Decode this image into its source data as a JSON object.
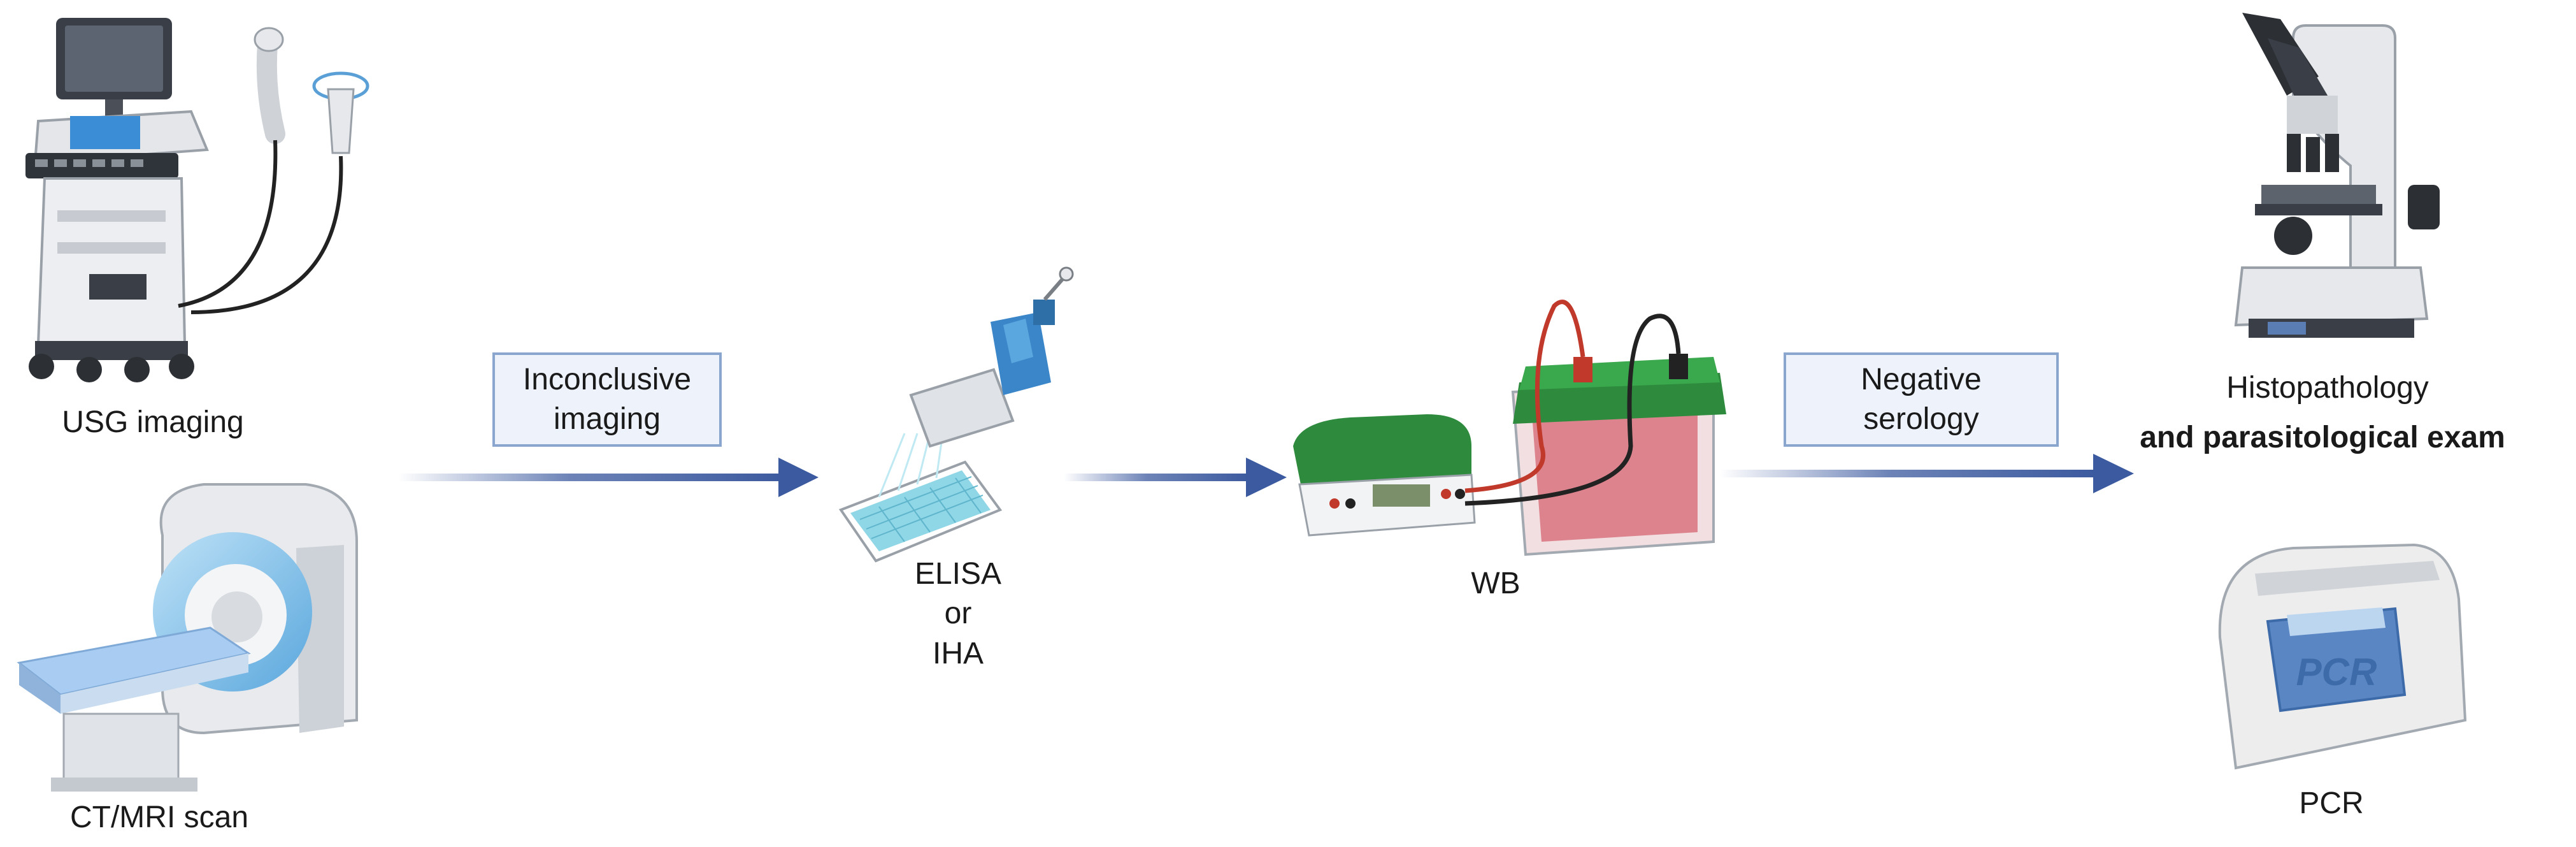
{
  "steps": {
    "usg": "USG imaging",
    "ctmri": "CT/MRI scan",
    "elisa": "ELISA\nor\nIHA",
    "wb": "WB",
    "histo_line1": "Histopathology",
    "histo_line2": "and parasitological exam",
    "pcr": "PCR"
  },
  "conditions": {
    "inconclusive": "Inconclusive\nimaging",
    "negative": "Negative\nserology"
  },
  "icons": {
    "usg_machine": "ultrasound-machine-icon",
    "mri": "mri-scanner-icon",
    "elisa": "pipette-microplate-icon",
    "wb": "electrophoresis-icon",
    "microscope": "microscope-icon",
    "pcr": "pcr-machine-icon",
    "pcr_screen_text": "PCR"
  },
  "colors": {
    "arrow": "#3c5a9f",
    "box_fill": "#eef3fb",
    "box_border": "#8aa6cf",
    "plate": "#8fd6e6",
    "green": "#2e8b3e",
    "gel_red": "#d9737e"
  }
}
